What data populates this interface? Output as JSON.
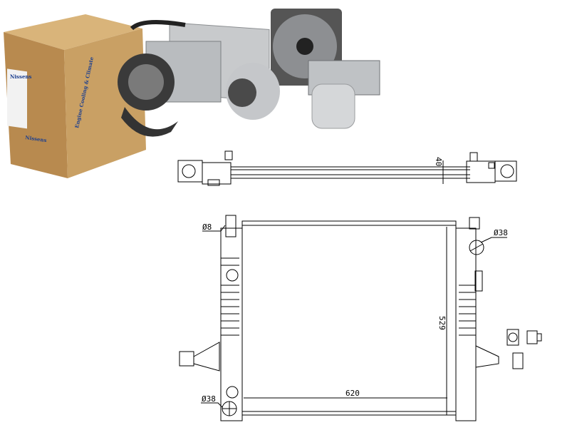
{
  "product_photo": {
    "box_brand": "Nissens",
    "box_side_text": "Engine Cooling & Climate"
  },
  "drawing": {
    "top_view": {
      "depth_label": "40"
    },
    "front_view": {
      "hole_label": "Ø8",
      "outlet_top_label": "Ø38",
      "outlet_bottom_label": "Ø38",
      "height_label": "529",
      "width_label": "620"
    }
  },
  "colors": {
    "box": "#c49a5e",
    "line": "#000000",
    "metal": "#a9acb0"
  }
}
